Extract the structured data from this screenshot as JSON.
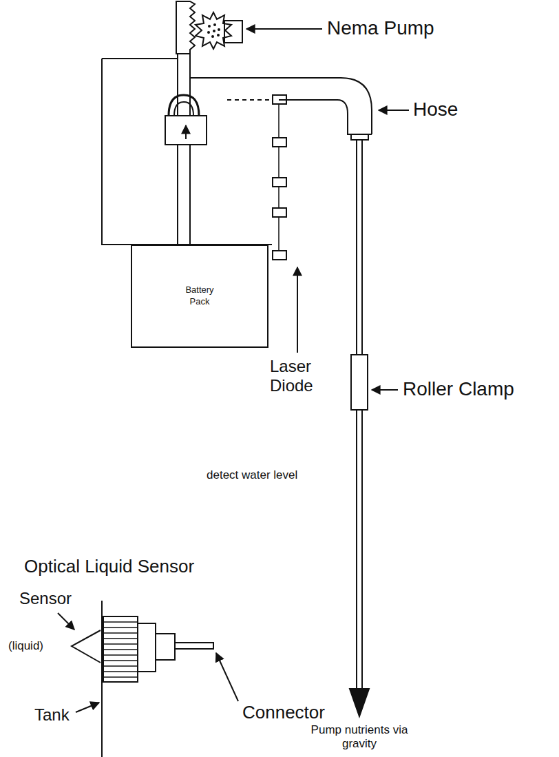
{
  "diagram": {
    "nodes": [
      {
        "text": [
          "Battery Pack"
        ]
      }
    ],
    "labels": [
      "Nema Pump",
      "Hose",
      "Roller Clamp",
      "Laser Diode",
      "detect water level",
      "Optical Liquid Sensor",
      "Pump nutrients via gravity",
      "Sensor",
      "(liquid)",
      "Tank",
      "Connector"
    ]
  }
}
